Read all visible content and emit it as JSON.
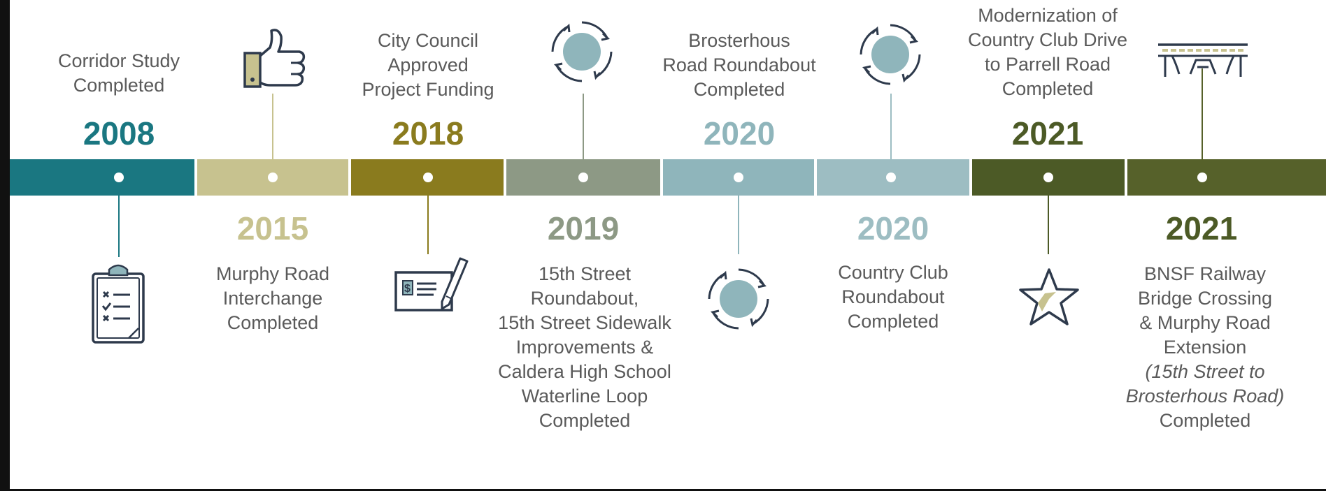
{
  "timeline": [
    {
      "year": "2008",
      "color": "#1a7781",
      "position": "above",
      "icon": "clipboard-checklist-icon",
      "lines": [
        "Corridor Study",
        "Completed"
      ]
    },
    {
      "year": "2015",
      "color": "#c7c28f",
      "position": "below",
      "icon": "thumbs-up-icon",
      "lines": [
        "Murphy Road",
        "Interchange",
        "Completed"
      ]
    },
    {
      "year": "2018",
      "color": "#8a7b1e",
      "position": "above",
      "icon": "check-signing-icon",
      "lines": [
        "City Council",
        "Approved",
        "Project Funding"
      ]
    },
    {
      "year": "2019",
      "color": "#8d9985",
      "position": "below",
      "icon": "roundabout-icon",
      "lines": [
        "15th Street",
        "Roundabout,",
        "15th Street Sidewalk",
        "Improvements &",
        "Caldera High School",
        "Waterline Loop",
        "Completed"
      ]
    },
    {
      "year": "2020",
      "color": "#8fb5bb",
      "position": "above",
      "icon": "roundabout-icon",
      "lines": [
        "Brosterhous",
        "Road Roundabout",
        "Completed"
      ]
    },
    {
      "year": "2020",
      "color": "#9dbdc2",
      "position": "below",
      "icon": "roundabout-icon",
      "lines": [
        "Country Club",
        "Roundabout",
        "Completed"
      ]
    },
    {
      "year": "2021",
      "color": "#4c5a26",
      "position": "above",
      "icon": "star-icon",
      "lines": [
        "Modernization of",
        "Country Club Drive",
        "to Parrell Road",
        "Completed"
      ]
    },
    {
      "year": "2021",
      "color": "#56612a",
      "position": "below",
      "icon": "bridge-icon",
      "lines": [
        "BNSF Railway",
        "Bridge Crossing",
        "& Murphy Road",
        "Extension",
        "(15th Street to",
        "Brosterhous Road)",
        "Completed"
      ],
      "italic_lines": [
        4,
        5
      ]
    }
  ]
}
